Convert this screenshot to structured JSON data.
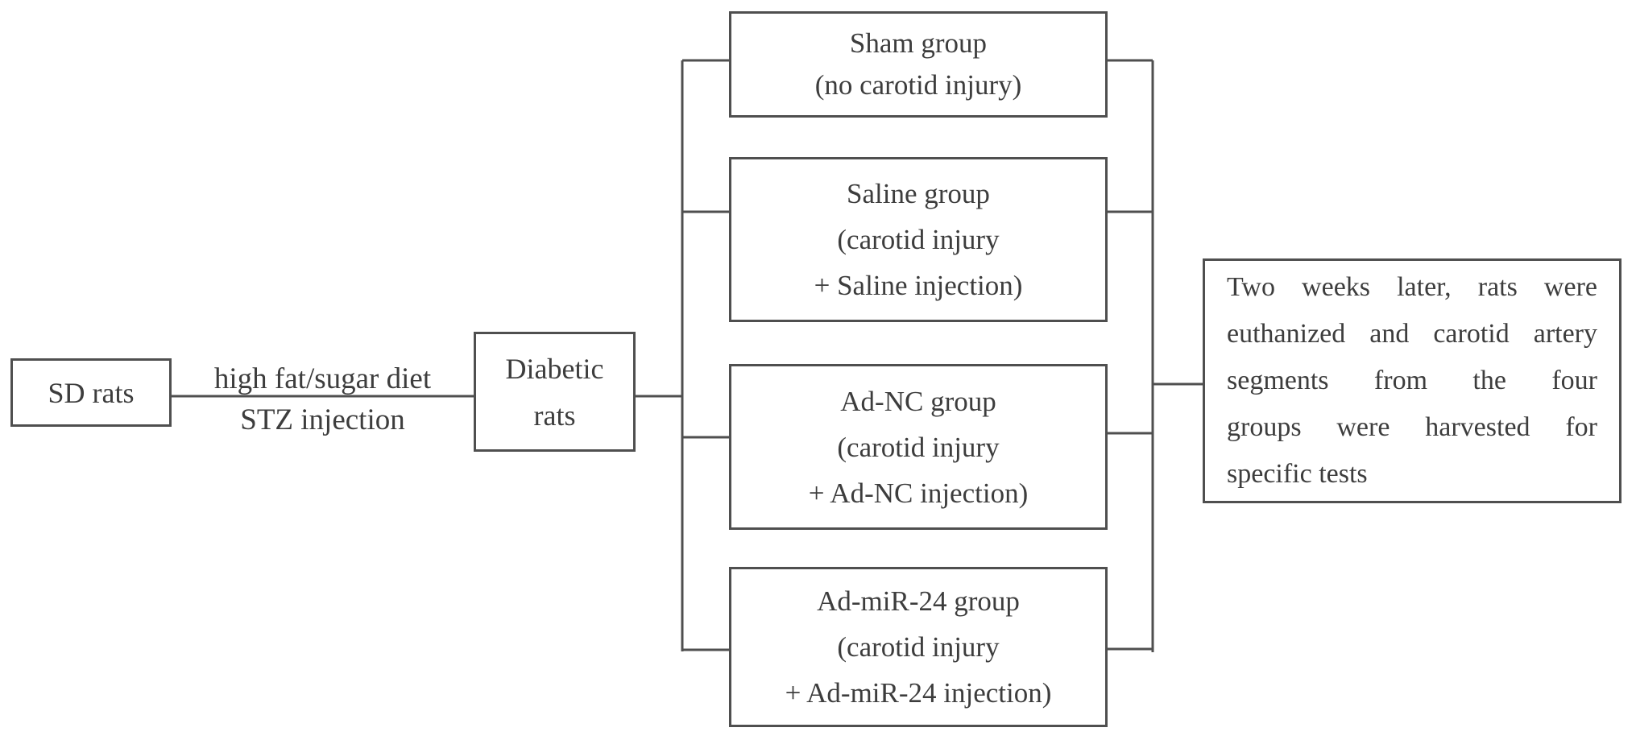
{
  "diagram": {
    "type": "flowchart",
    "colors": {
      "line": "#4f4f4f",
      "text": "#3d3d3d",
      "background": "#ffffff"
    },
    "nodes": {
      "sd_rats": {
        "lines": [
          "SD rats"
        ]
      },
      "diabetic": {
        "lines": [
          "Diabetic",
          "rats"
        ]
      },
      "sham": {
        "lines": [
          "Sham group",
          "(no carotid injury)"
        ]
      },
      "saline": {
        "lines": [
          "Saline group",
          "(carotid injury",
          "+ Saline injection)"
        ]
      },
      "ad_nc": {
        "lines": [
          "Ad-NC group",
          "(carotid injury",
          "+ Ad-NC injection)"
        ]
      },
      "ad_mir24": {
        "lines": [
          "Ad-miR-24 group",
          "(carotid injury",
          "+ Ad-miR-24 injection)"
        ]
      },
      "outcome": {
        "lines": [
          "Two weeks later, rats were",
          "euthanized and carotid artery",
          "segments from the four",
          "groups were harvested for",
          "specific tests"
        ]
      }
    },
    "edge_labels": {
      "induction_top": "high fat/sugar diet",
      "induction_bottom": "STZ injection"
    }
  }
}
